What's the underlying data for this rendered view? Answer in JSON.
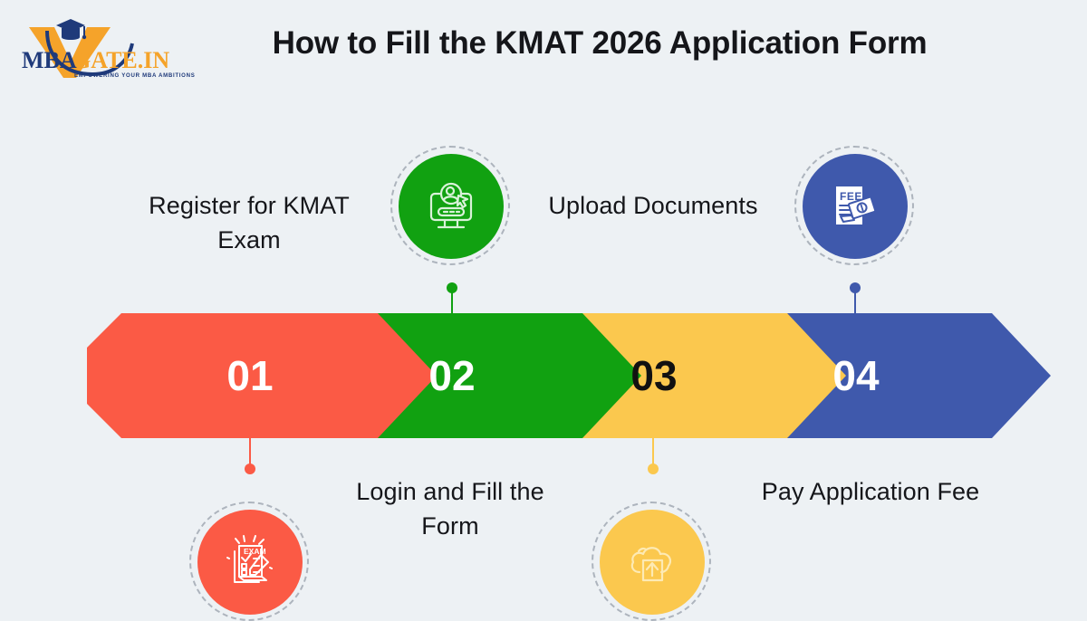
{
  "background_color": "#edf1f4",
  "brand": {
    "logo_name": "mbagate-logo",
    "text_mba": "MBA",
    "text_gate": "GATE.IN",
    "tagline": "EMPOWERING YOUR MBA AMBITIONS",
    "navy": "#1f3a7a",
    "orange": "#f5a32a"
  },
  "header": {
    "title": "How to Fill the KMAT 2026 Application Form",
    "title_color": "#15161a"
  },
  "steps": [
    {
      "number": "01",
      "label": "Register for KMAT Exam",
      "color": "#FB5A45",
      "number_color": "#ffffff",
      "icon_name": "exam-clipboard-pencil-icon",
      "icon_text": "EXAM",
      "icon_color": "#ffffff",
      "label_position": "above",
      "icon_position": "below"
    },
    {
      "number": "02",
      "label": "Login and Fill the Form",
      "color": "#11A111",
      "number_color": "#ffffff",
      "icon_name": "monitor-user-login-icon",
      "icon_text": "",
      "icon_color": "#d9f2d9",
      "label_position": "below",
      "icon_position": "above"
    },
    {
      "number": "03",
      "label": "Upload Documents",
      "color": "#FBC84E",
      "number_color": "#111111",
      "icon_name": "cloud-upload-icon",
      "icon_text": "",
      "icon_color": "#fdeab4",
      "label_position": "above",
      "icon_position": "below"
    },
    {
      "number": "04",
      "label": "Pay Application Fee",
      "color": "#3F59AC",
      "number_color": "#ffffff",
      "icon_name": "fee-invoice-money-icon",
      "icon_text": "FEE",
      "icon_color": "#ffffff",
      "label_position": "below",
      "icon_position": "above"
    }
  ]
}
